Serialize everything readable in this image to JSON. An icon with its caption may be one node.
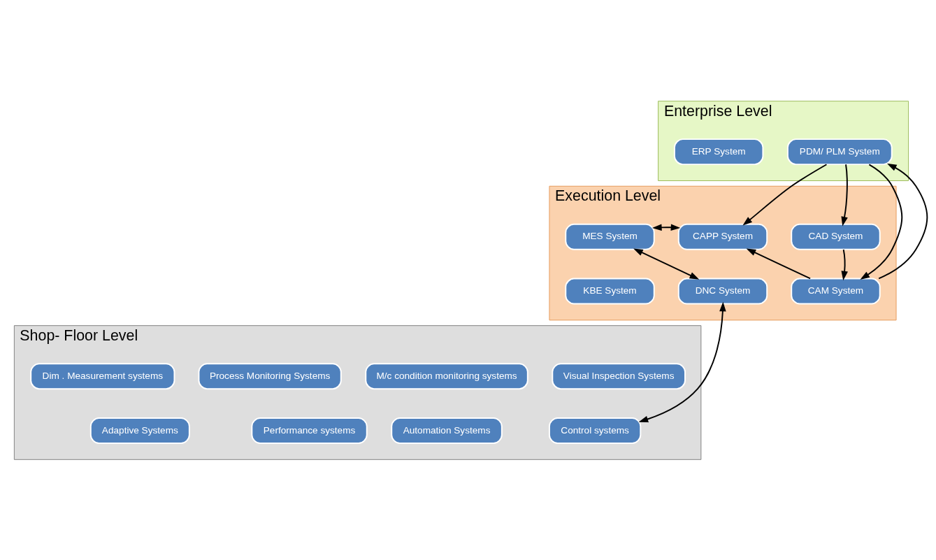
{
  "diagram": {
    "nodes": [
      {
        "text": [
          "Enterprise Level"
        ]
      },
      {
        "text": [
          "ERP System"
        ],
        "in": 0
      },
      {
        "text": [
          "PDM/ PLM System"
        ],
        "in": 0
      },
      {
        "text": [
          "Execution Level"
        ]
      },
      {
        "text": [
          "MES System"
        ],
        "in": 3
      },
      {
        "text": [
          "CAPP System"
        ],
        "in": 3
      },
      {
        "text": [
          "CAD System"
        ],
        "in": 3
      },
      {
        "text": [
          "KBE System"
        ],
        "in": 3
      },
      {
        "text": [
          "DNC System"
        ],
        "in": 3
      },
      {
        "text": [
          "CAM System"
        ],
        "in": 3
      },
      {
        "text": [
          "Shop- Floor Level"
        ]
      },
      {
        "text": [
          "Dim . Measurement systems"
        ],
        "in": 10
      },
      {
        "text": [
          "Visual Inspection Systems"
        ],
        "in": 10
      },
      {
        "text": [
          "Process Monitoring Systems"
        ],
        "in": 10
      },
      {
        "text": [
          "M/c condition monitoring systems"
        ],
        "in": 10
      },
      {
        "text": [
          "Adaptive Systems"
        ],
        "in": 10
      },
      {
        "text": [
          "Control systems"
        ],
        "in": 10
      },
      {
        "text": [
          "Performance systems"
        ],
        "in": 10
      },
      {
        "text": [
          "Automation Systems"
        ],
        "in": 10
      }
    ],
    "edges": [
      {
        "from": 2,
        "to": 5,
        "arrow": "to"
      },
      {
        "from": 2,
        "to": 6,
        "arrow": "to"
      },
      {
        "from": 2,
        "to": 9,
        "arrow": "to"
      },
      {
        "from": 9,
        "to": 2,
        "arrow": "to"
      },
      {
        "from": 6,
        "to": 9,
        "arrow": "to"
      },
      {
        "from": 9,
        "to": 5,
        "arrow": "to"
      },
      {
        "from": 4,
        "to": 5,
        "arrow": "both"
      },
      {
        "from": 4,
        "to": 8,
        "arrow": "both"
      },
      {
        "from": 8,
        "to": 16,
        "arrow": "both"
      }
    ]
  }
}
